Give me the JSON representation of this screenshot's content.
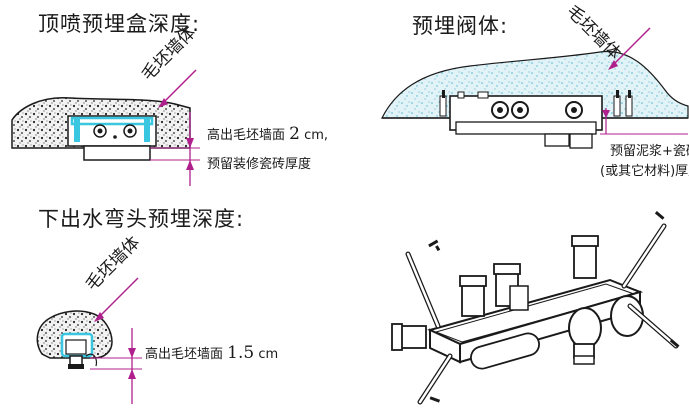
{
  "diagram": {
    "top_left": {
      "title": "顶喷预埋盒深度:",
      "wall_label": "毛坯墙体",
      "dim_line1": "高出毛坯墙面",
      "dim_value": "2",
      "dim_unit": "cm,",
      "dim_line2": "预留装修瓷砖厚度"
    },
    "top_right": {
      "title": "预埋阀体:",
      "wall_label": "毛坯墙体",
      "note_line1": "预留泥浆+瓷砖",
      "note_line2": "(或其它材料)厚度"
    },
    "bottom_left": {
      "title": "下出水弯头预埋深度:",
      "wall_label": "毛坯墙体",
      "dim_line1": "高出毛坯墙面",
      "dim_value": "1.5",
      "dim_unit": "cm"
    },
    "colors": {
      "accent": "#b0208c",
      "cyan": "#39c6e0",
      "line": "#1a1a1a",
      "concrete": "#cfe9f3"
    }
  }
}
